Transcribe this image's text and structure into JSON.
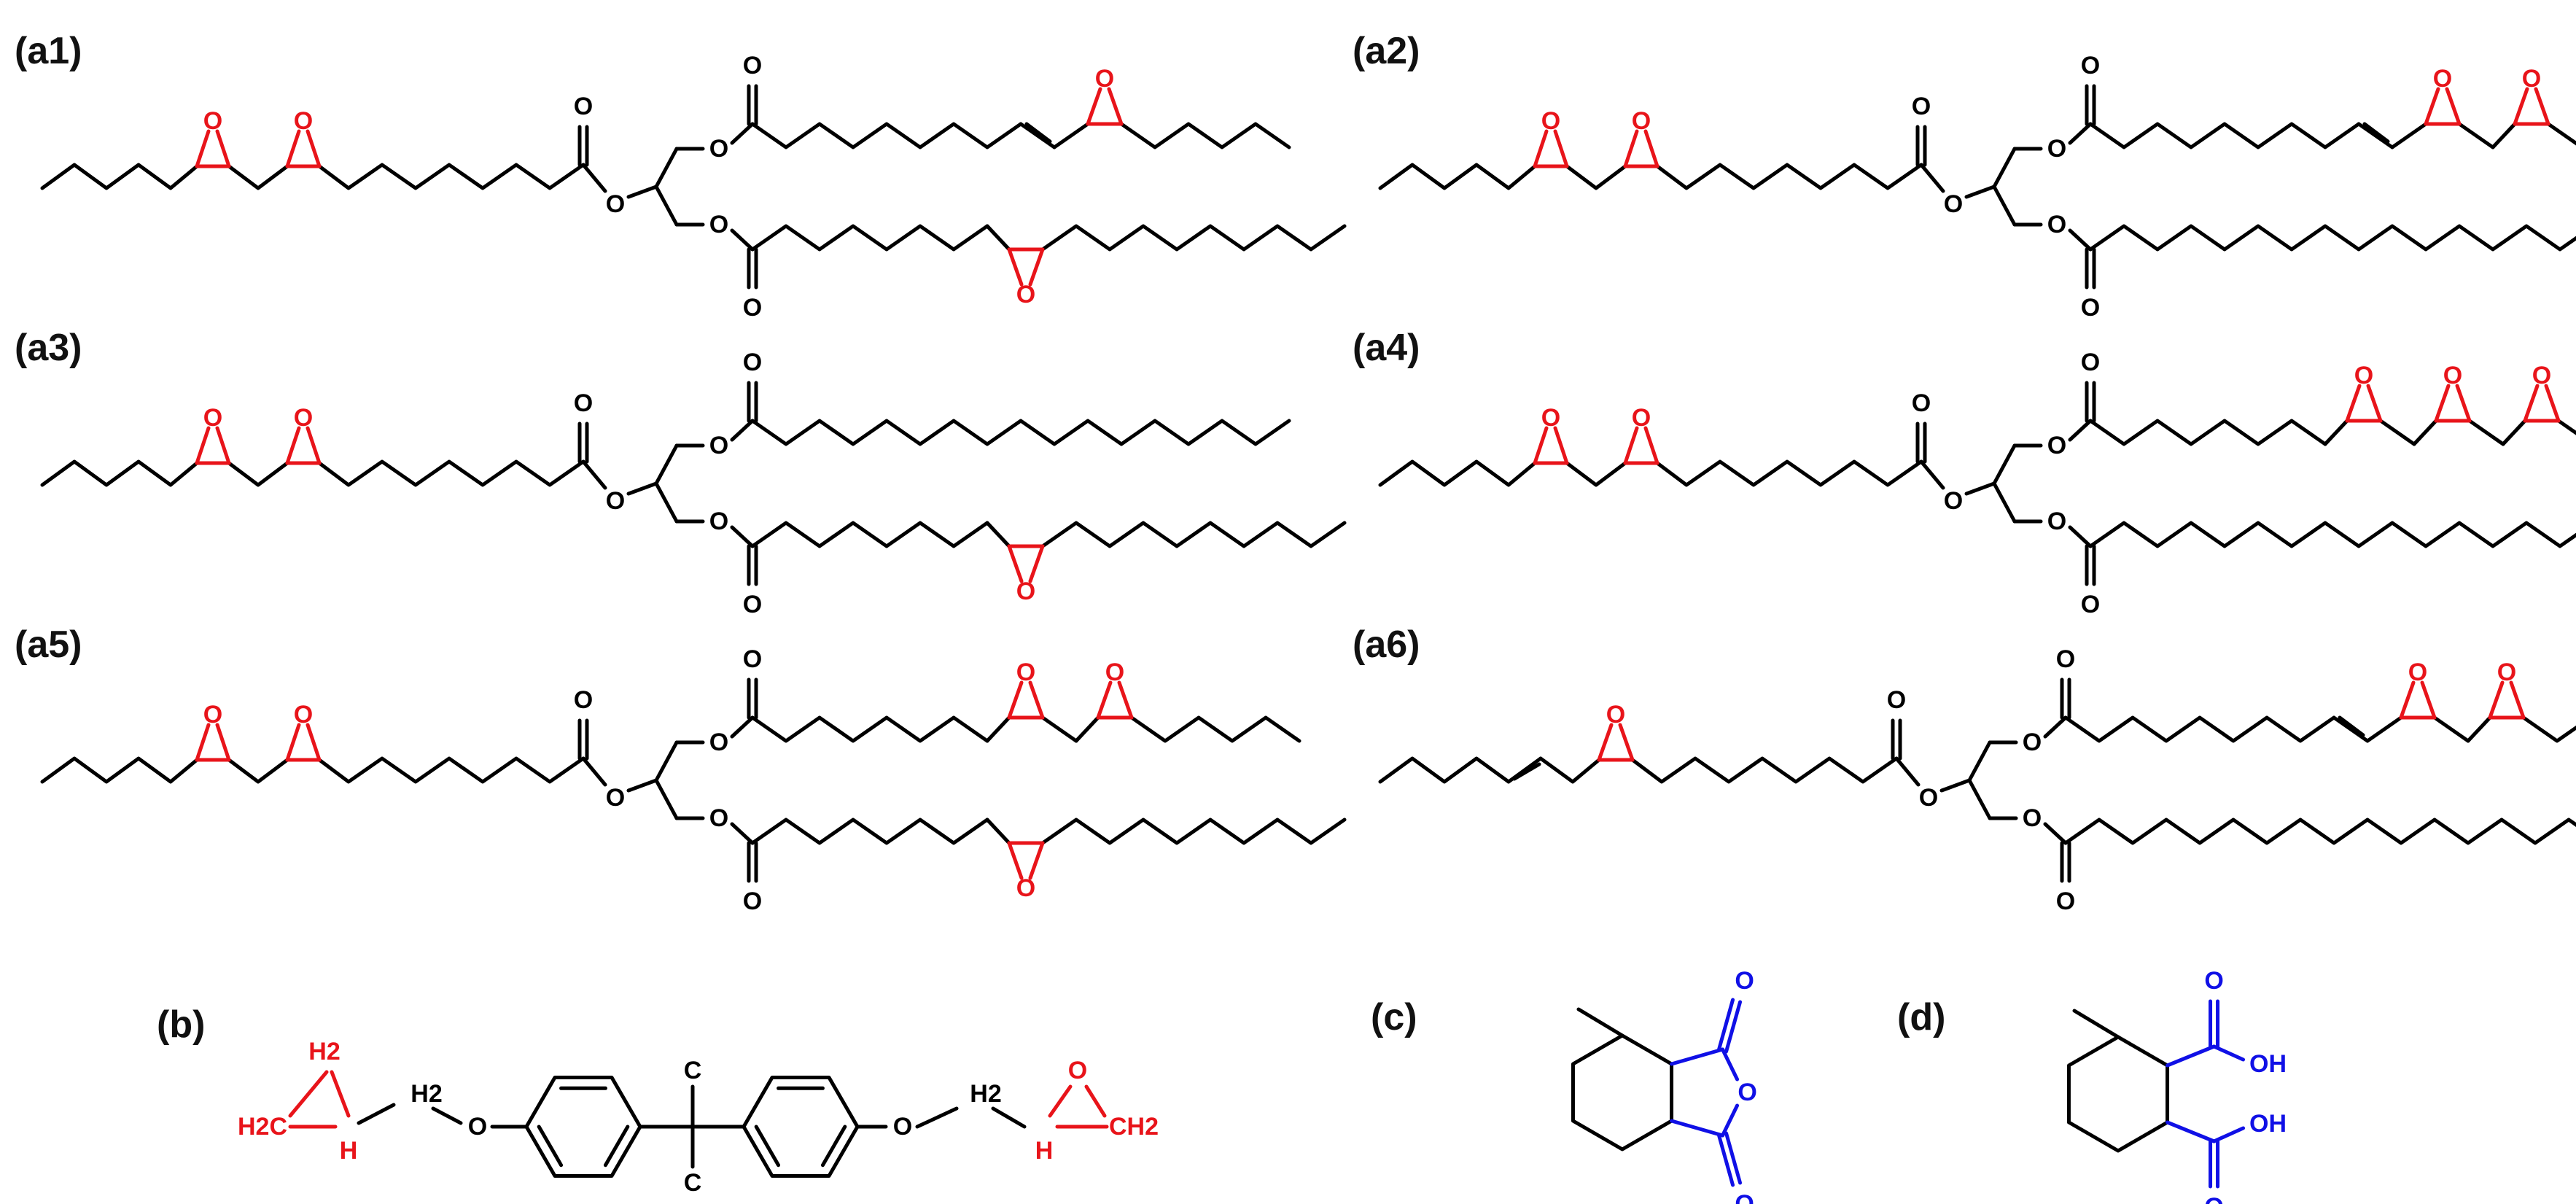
{
  "colors": {
    "bond": "#000000",
    "epoxy": "#e8141a",
    "anhydride": "#1010e6"
  },
  "panels": {
    "a1": {
      "label": "(a1)"
    },
    "a2": {
      "label": "(a2)"
    },
    "a3": {
      "label": "(a3)"
    },
    "a4": {
      "label": "(a4)"
    },
    "a5": {
      "label": "(a5)"
    },
    "a6": {
      "label": "(a6)"
    },
    "b": {
      "label": "(b)"
    },
    "c": {
      "label": "(c)"
    },
    "d": {
      "label": "(d)"
    }
  },
  "atoms": {
    "oxygen": "O",
    "carbon": "C",
    "hydrogen": "H",
    "methylene": "H2",
    "methylene_left": "H2C",
    "methylene_right": "CH2",
    "hydroxyl": "OH",
    "h_subscript": "H",
    "two": "2"
  }
}
